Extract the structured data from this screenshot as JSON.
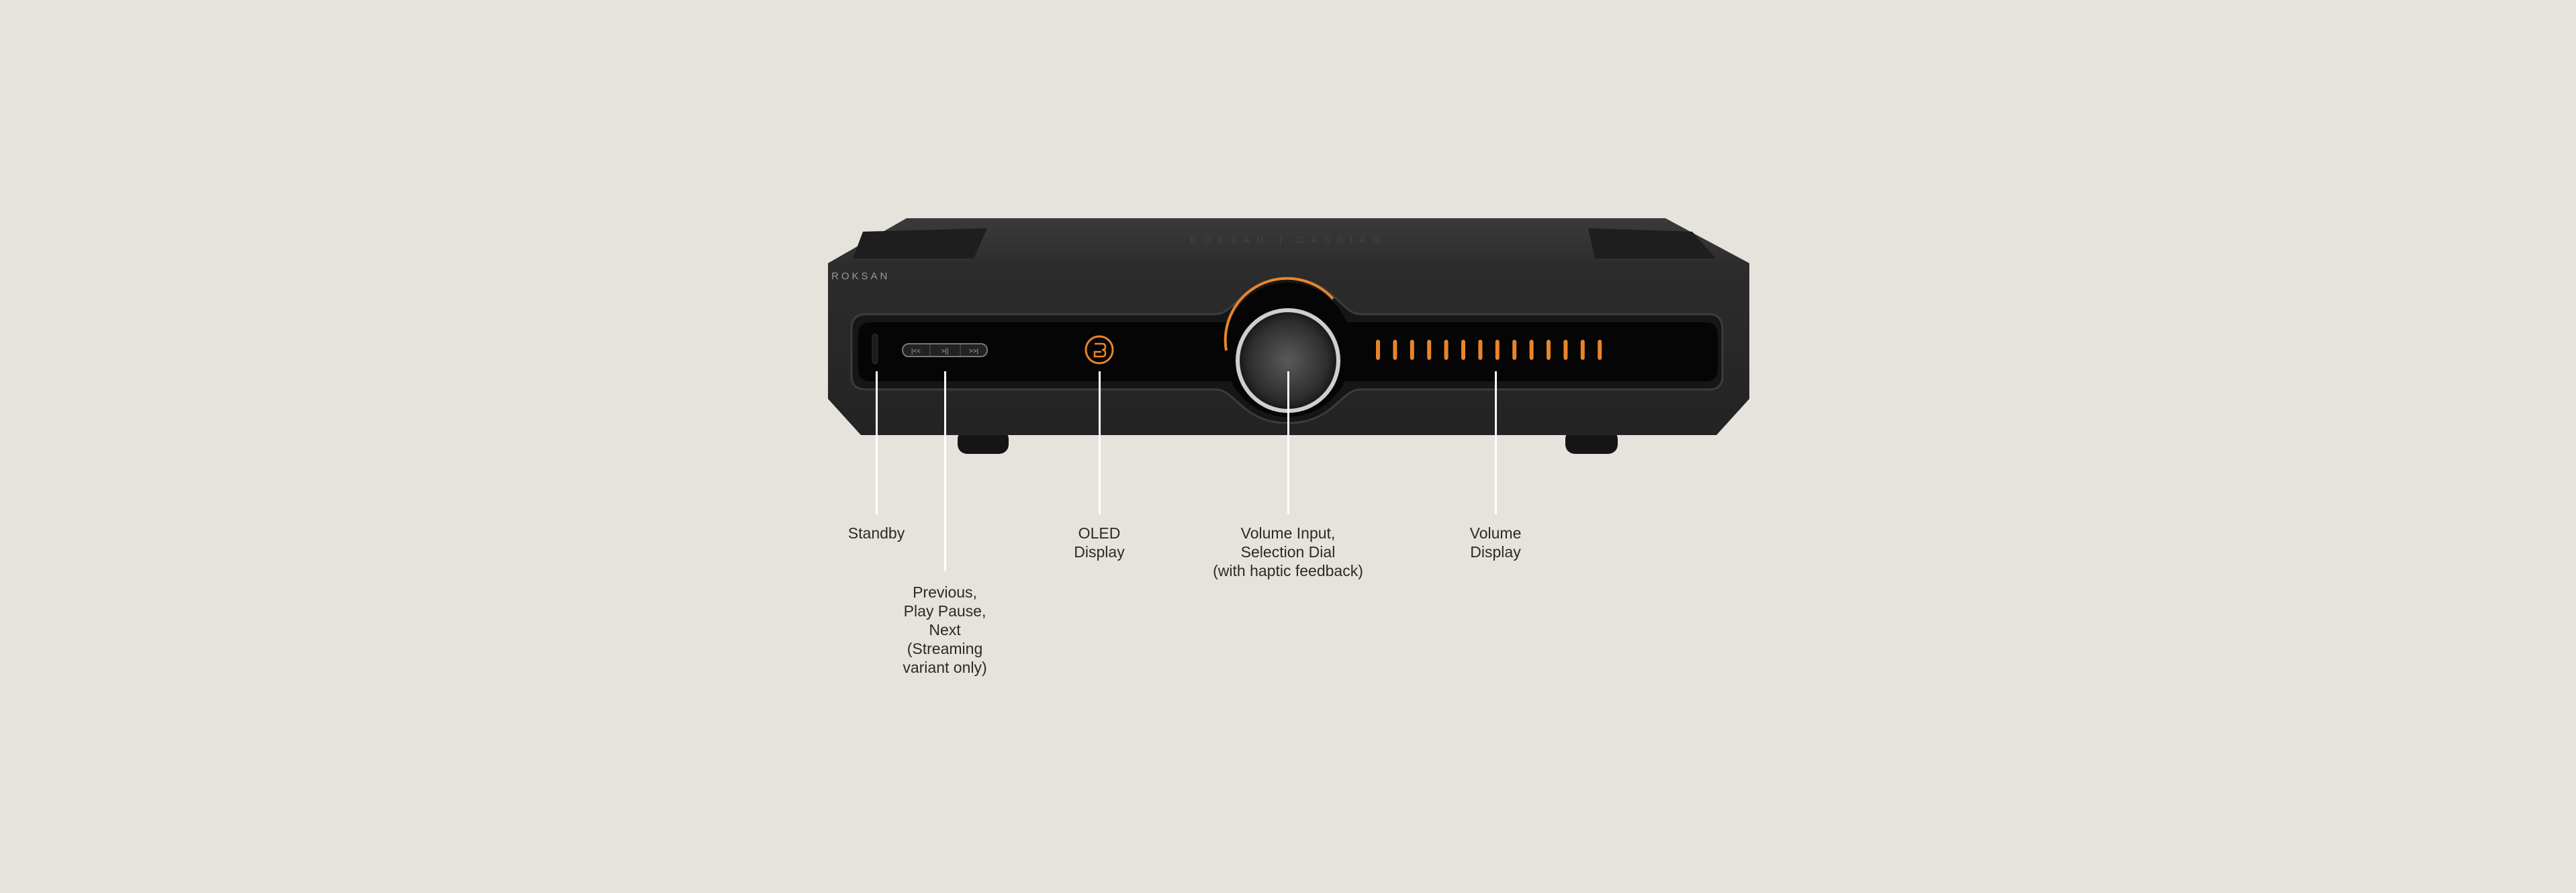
{
  "product": {
    "brand_logo": "ROKSAN",
    "top_engraving": "ROKSAN | CASPIAN",
    "transport_buttons": [
      "previous",
      "play-pause",
      "next"
    ],
    "volume_display_segments": 14,
    "colors": {
      "background": "#e6e3dc",
      "chassis": "#2b2b2b",
      "panel": "#050505",
      "accent": "#e8852a"
    }
  },
  "callouts": [
    {
      "id": "standby",
      "lines": [
        "Standby"
      ]
    },
    {
      "id": "transport",
      "lines": [
        "Previous,",
        "Play Pause,",
        "Next",
        "(Streaming",
        "variant only)"
      ]
    },
    {
      "id": "oled",
      "lines": [
        "OLED",
        "Display"
      ]
    },
    {
      "id": "dial",
      "lines": [
        "Volume Input,",
        "Selection Dial",
        "(with haptic feedback)"
      ]
    },
    {
      "id": "volume",
      "lines": [
        "Volume",
        "Display"
      ]
    }
  ]
}
